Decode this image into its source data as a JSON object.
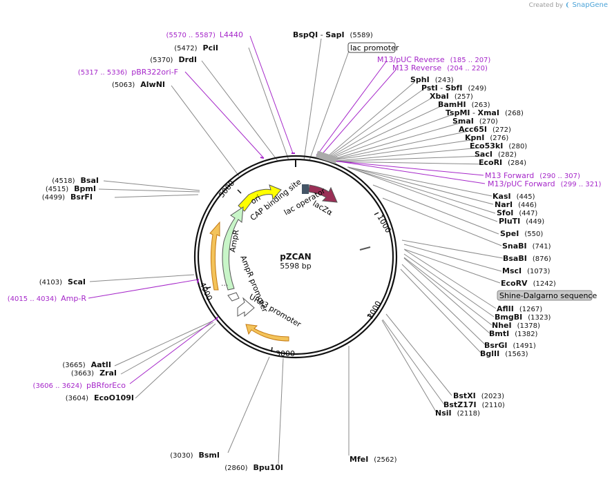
{
  "credit": {
    "prefix": "Created by",
    "brand": "SnapGene"
  },
  "plasmid": {
    "name": "pZCAN",
    "length": "5598 bp"
  },
  "ticks": [
    "1000",
    "2000",
    "3000",
    "4000",
    "5000"
  ],
  "enzymes_right": [
    {
      "name": "BspQI",
      "name2": "SapI",
      "pos": "(5589)",
      "sep": " - "
    },
    {
      "name": "SphI",
      "pos": "(243)"
    },
    {
      "name": "PstI",
      "name2": "SbfI",
      "pos": "(249)",
      "sep": " - "
    },
    {
      "name": "XbaI",
      "pos": "(257)"
    },
    {
      "name": "BamHI",
      "pos": "(263)"
    },
    {
      "name": "TspMI",
      "name2": "XmaI",
      "pos": "(268)",
      "sep": " - "
    },
    {
      "name": "SmaI",
      "pos": "(270)"
    },
    {
      "name": "Acc65I",
      "pos": "(272)"
    },
    {
      "name": "KpnI",
      "pos": "(276)"
    },
    {
      "name": "Eco53kI",
      "pos": "(280)"
    },
    {
      "name": "SacI",
      "pos": "(282)"
    },
    {
      "name": "EcoRI",
      "pos": "(284)"
    },
    {
      "name": "KasI",
      "pos": "(445)"
    },
    {
      "name": "NarI",
      "pos": "(446)"
    },
    {
      "name": "SfoI",
      "pos": "(447)"
    },
    {
      "name": "PluTI",
      "pos": "(449)"
    },
    {
      "name": "SpeI",
      "pos": "(550)"
    },
    {
      "name": "SnaBI",
      "pos": "(741)"
    },
    {
      "name": "BsaBI",
      "pos": "(876)"
    },
    {
      "name": "MscI",
      "pos": "(1073)"
    },
    {
      "name": "EcoRV",
      "pos": "(1242)"
    },
    {
      "name": "AflII",
      "pos": "(1267)"
    },
    {
      "name": "BmgBI",
      "pos": "(1323)"
    },
    {
      "name": "NheI",
      "pos": "(1378)"
    },
    {
      "name": "BmtI",
      "pos": "(1382)"
    },
    {
      "name": "BsrGI",
      "pos": "(1491)"
    },
    {
      "name": "BglII",
      "pos": "(1563)"
    },
    {
      "name": "BstXI",
      "pos": "(2023)"
    },
    {
      "name": "BstZ17I",
      "pos": "(2110)"
    },
    {
      "name": "NsiI",
      "pos": "(2118)"
    },
    {
      "name": "MfeI",
      "pos": "(2562)"
    }
  ],
  "enzymes_left": [
    {
      "name": "PciI",
      "pos": "(5472)"
    },
    {
      "name": "DrdI",
      "pos": "(5370)"
    },
    {
      "name": "AlwNI",
      "pos": "(5063)"
    },
    {
      "name": "BsaI",
      "pos": "(4518)"
    },
    {
      "name": "BpmI",
      "pos": "(4515)"
    },
    {
      "name": "BsrFI",
      "pos": "(4499)"
    },
    {
      "name": "ScaI",
      "pos": "(4103)"
    },
    {
      "name": "AatII",
      "pos": "(3665)"
    },
    {
      "name": "ZraI",
      "pos": "(3663)"
    },
    {
      "name": "EcoO109I",
      "pos": "(3604)"
    },
    {
      "name": "BsmI",
      "pos": "(3030)"
    },
    {
      "name": "Bpu10I",
      "pos": "(2860)"
    }
  ],
  "primers": [
    {
      "name": "L4440",
      "range": "(5570 .. 5587)"
    },
    {
      "name": "pBR322ori-F",
      "range": "(5317 .. 5336)"
    },
    {
      "name": "M13/pUC Reverse",
      "range": "(185 .. 207)"
    },
    {
      "name": "M13 Reverse",
      "range": "(204 .. 220)"
    },
    {
      "name": "M13 Forward",
      "range": "(290 .. 307)"
    },
    {
      "name": "M13/pUC Forward",
      "range": "(299 .. 321)"
    },
    {
      "name": "Amp-R",
      "range": "(4015 .. 4034)"
    },
    {
      "name": "pBRforEco",
      "range": "(3606 .. 3624)"
    }
  ],
  "boxed": {
    "lac_promoter": "lac promoter",
    "shine": "Shine-Dalgarno sequence"
  },
  "features": {
    "ori": "ori",
    "lacZa": "lacZα",
    "cap": "CAP binding site",
    "lacop": "lac operator",
    "ampr": "AmpR",
    "amprprom": "AmpR promoter",
    "ura3": "URA3 promoter",
    "dots": "..."
  },
  "colors": {
    "primer": "#a526c9",
    "ori": "#ffff00",
    "lacZ": "#9a2f56",
    "ampr": "#c8f5c8",
    "orange": "#c47a14"
  }
}
